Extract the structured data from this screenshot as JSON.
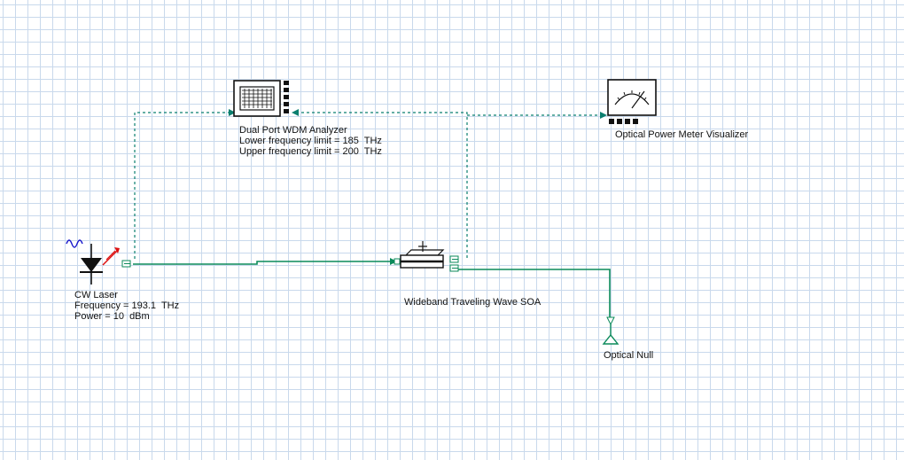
{
  "colors": {
    "grid": "#c9d9ec",
    "optical_wire": "#0b8a5a",
    "electrical_signal_wire": "#0b7f6f"
  },
  "components": {
    "cw_laser": {
      "name": "CW Laser",
      "frequency": "Frequency = 193.1  THz",
      "power": "Power = 10  dBm",
      "icon": "laser-diode-icon"
    },
    "wdm_analyzer": {
      "name": "Dual Port WDM Analyzer",
      "lower_limit": "Lower frequency limit = 185  THz",
      "upper_limit": "Upper frequency limit = 200  THz",
      "icon": "wdm-analyzer-icon"
    },
    "power_meter": {
      "name": "Optical Power Meter Visualizer",
      "icon": "power-meter-icon"
    },
    "soa": {
      "name": "Wideband Traveling Wave SOA",
      "icon": "soa-amplifier-icon"
    },
    "optical_null": {
      "name": "Optical Null",
      "icon": "ground-terminator-icon"
    }
  }
}
